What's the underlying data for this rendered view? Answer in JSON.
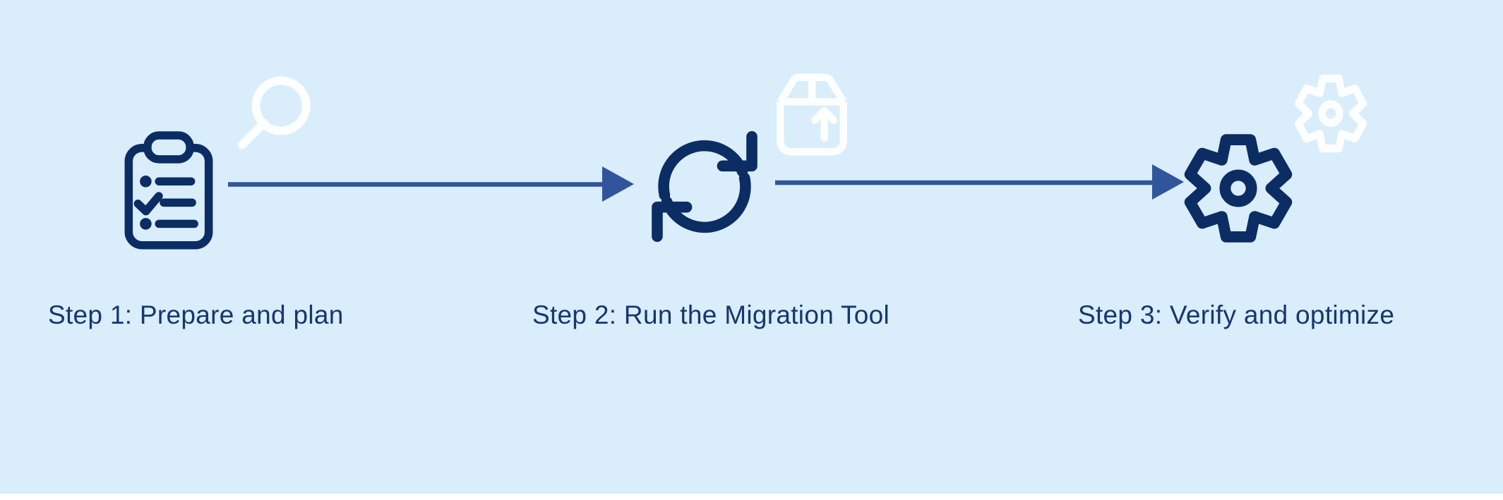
{
  "diagram": {
    "type": "process-flow",
    "steps": [
      {
        "label": "Step 1: Prepare and plan",
        "main_icon": "clipboard-checklist-icon",
        "badge_icon": "magnifier-icon"
      },
      {
        "label": "Step 2: Run the Migration Tool",
        "main_icon": "sync-arrows-icon",
        "badge_icon": "package-upload-icon"
      },
      {
        "label": "Step 3: Verify and optimize",
        "main_icon": "gear-icon",
        "badge_icon": "gear-outline-icon"
      }
    ],
    "connectors": [
      {
        "name": "arrow-step1-to-step2",
        "direction": "right"
      },
      {
        "name": "arrow-step2-to-step3",
        "direction": "right"
      }
    ]
  },
  "colors": {
    "bg": "#d9edfb",
    "icon_navy": "#0b2d63",
    "arrow_blue": "#30559b",
    "text_navy": "#16376f",
    "icon_white": "#fdfeff",
    "page_white": "#ffffff"
  }
}
